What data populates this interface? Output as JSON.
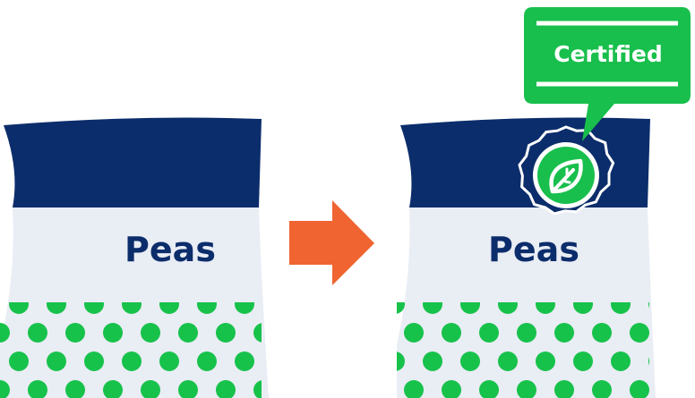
{
  "before_bag": {
    "label": "Peas"
  },
  "after_bag": {
    "label": "Peas"
  },
  "certified_badge": {
    "text": "Certified",
    "icon": "leaf-icon"
  },
  "arrow_icon": "arrow-right-icon",
  "colors": {
    "bag_top": "#0c2d6b",
    "bag_body": "#e9edf4",
    "dots": "#17c24b",
    "arrow": "#ef6430",
    "badge_green": "#18bf4c",
    "label_text": "#0c2d6b",
    "white": "#ffffff"
  }
}
